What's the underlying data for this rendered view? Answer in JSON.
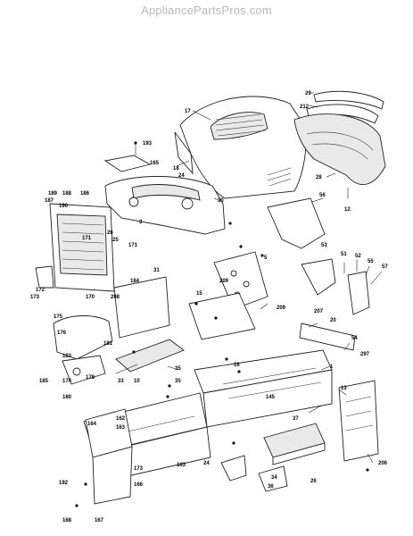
{
  "watermark": "AppliancePartsPros.com",
  "callouts": [
    {
      "id": "c29",
      "label": "29"
    },
    {
      "id": "c212",
      "label": "212"
    },
    {
      "id": "c17",
      "label": "17"
    },
    {
      "id": "c193",
      "label": "193"
    },
    {
      "id": "c165",
      "label": "165"
    },
    {
      "id": "c18",
      "label": "18"
    },
    {
      "id": "c28",
      "label": "28"
    },
    {
      "id": "c24a",
      "label": "24"
    },
    {
      "id": "c12",
      "label": "12"
    },
    {
      "id": "c189",
      "label": "189"
    },
    {
      "id": "c188",
      "label": "188"
    },
    {
      "id": "c186",
      "label": "186"
    },
    {
      "id": "c187",
      "label": "187"
    },
    {
      "id": "c190",
      "label": "190"
    },
    {
      "id": "c30",
      "label": "30"
    },
    {
      "id": "c56",
      "label": "56"
    },
    {
      "id": "c171a",
      "label": "171"
    },
    {
      "id": "c171b",
      "label": "171"
    },
    {
      "id": "c26",
      "label": "26"
    },
    {
      "id": "c25",
      "label": "25"
    },
    {
      "id": "c3a",
      "label": "3"
    },
    {
      "id": "c53",
      "label": "53"
    },
    {
      "id": "c51",
      "label": "51"
    },
    {
      "id": "c52",
      "label": "52"
    },
    {
      "id": "c55",
      "label": "55"
    },
    {
      "id": "c57",
      "label": "57"
    },
    {
      "id": "c5a",
      "label": "5"
    },
    {
      "id": "c172",
      "label": "172"
    },
    {
      "id": "c173a",
      "label": "173"
    },
    {
      "id": "c170",
      "label": "170"
    },
    {
      "id": "c184",
      "label": "184"
    },
    {
      "id": "c31",
      "label": "31"
    },
    {
      "id": "c15",
      "label": "15"
    },
    {
      "id": "c209a",
      "label": "209"
    },
    {
      "id": "c209b",
      "label": "209"
    },
    {
      "id": "c208",
      "label": "208"
    },
    {
      "id": "c207",
      "label": "207"
    },
    {
      "id": "c20",
      "label": "20"
    },
    {
      "id": "c54",
      "label": "54"
    },
    {
      "id": "c297",
      "label": "297"
    },
    {
      "id": "c175",
      "label": "175"
    },
    {
      "id": "c176",
      "label": "176"
    },
    {
      "id": "c181",
      "label": "181"
    },
    {
      "id": "c183",
      "label": "183"
    },
    {
      "id": "c185",
      "label": "185"
    },
    {
      "id": "c174",
      "label": "174"
    },
    {
      "id": "c178",
      "label": "178"
    },
    {
      "id": "c180",
      "label": "180"
    },
    {
      "id": "c33",
      "label": "33"
    },
    {
      "id": "c35a",
      "label": "35"
    },
    {
      "id": "c35b",
      "label": "35"
    },
    {
      "id": "c10",
      "label": "10"
    },
    {
      "id": "c16",
      "label": "16"
    },
    {
      "id": "c1",
      "label": "1"
    },
    {
      "id": "c13",
      "label": "13"
    },
    {
      "id": "c145",
      "label": "145"
    },
    {
      "id": "c37",
      "label": "37"
    },
    {
      "id": "c164",
      "label": "164"
    },
    {
      "id": "c162",
      "label": "162"
    },
    {
      "id": "c163a",
      "label": "163"
    },
    {
      "id": "c163b",
      "label": "163"
    },
    {
      "id": "c173b",
      "label": "173"
    },
    {
      "id": "c166",
      "label": "166"
    },
    {
      "id": "c167",
      "label": "167"
    },
    {
      "id": "c168",
      "label": "168"
    },
    {
      "id": "c192",
      "label": "192"
    },
    {
      "id": "c24b",
      "label": "24"
    },
    {
      "id": "c36",
      "label": "36"
    },
    {
      "id": "c34",
      "label": "34"
    },
    {
      "id": "c26b",
      "label": "26"
    },
    {
      "id": "c206",
      "label": "206"
    }
  ]
}
